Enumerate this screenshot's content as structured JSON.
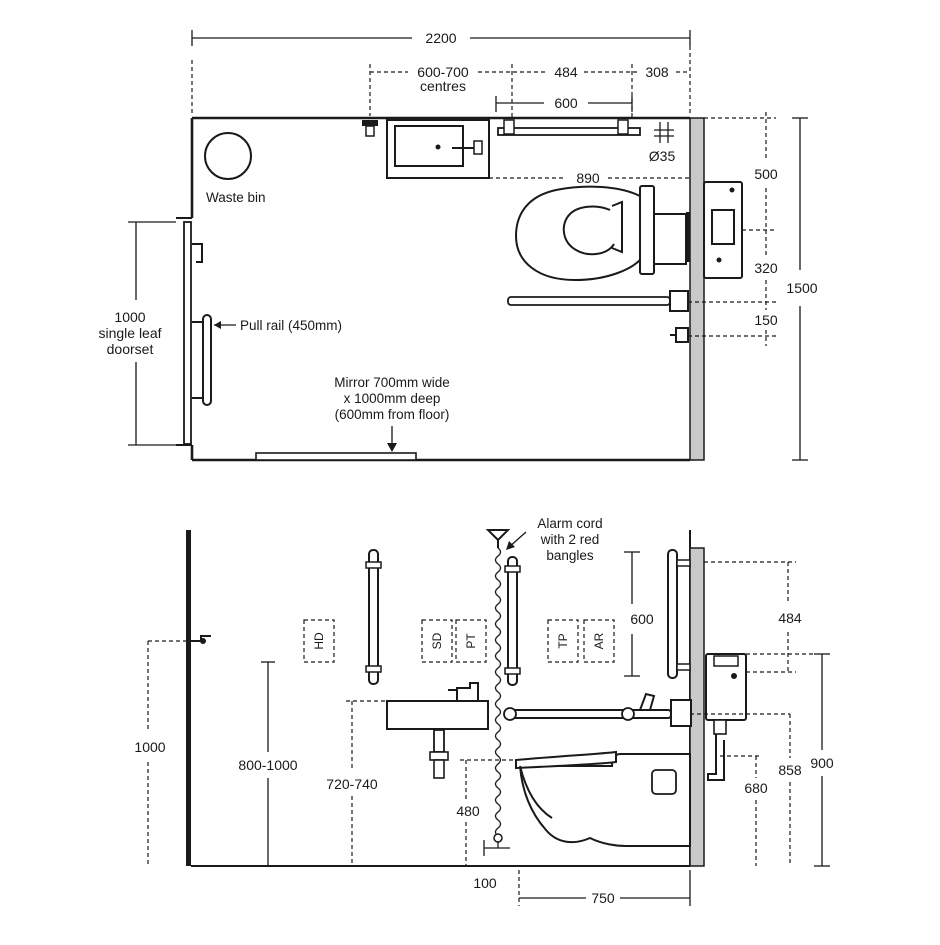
{
  "plan": {
    "dims": {
      "overall_width": "2200",
      "basin_centres_line1": "600-700",
      "basin_centres_line2": "centres",
      "rail_span": "484",
      "rail_to_wall": "308",
      "rail_length": "600",
      "rail_diameter": "Ø35",
      "pan_projection": "890",
      "pan_offset": "500",
      "rail_height_gap": "320",
      "bottom_gap": "150",
      "overall_depth": "1500",
      "door_line1": "1000",
      "door_line2": "single leaf",
      "door_line3": "doorset"
    },
    "labels": {
      "waste_bin": "Waste bin",
      "pull_rail": "Pull rail (450mm)",
      "mirror_line1": "Mirror 700mm wide",
      "mirror_line2": "x 1000mm deep",
      "mirror_line3": "(600mm from floor)"
    }
  },
  "elevation": {
    "labels": {
      "alarm_line1": "Alarm cord",
      "alarm_line2": "with 2 red",
      "alarm_line3": "bangles"
    },
    "boxes": {
      "hd": "HD",
      "sd": "SD",
      "pt": "PT",
      "tp": "TP",
      "ar": "AR"
    },
    "dims": {
      "door_handle_height": "1000",
      "rail_height_range": "800-1000",
      "basin_height_range": "720-740",
      "seat_height": "480",
      "cord_from_floor": "100",
      "pan_projection": "750",
      "vertical_rail": "600",
      "rail_offset": "484",
      "cistern_height": "858",
      "flush_height": "900",
      "seat_rail": "680"
    }
  }
}
